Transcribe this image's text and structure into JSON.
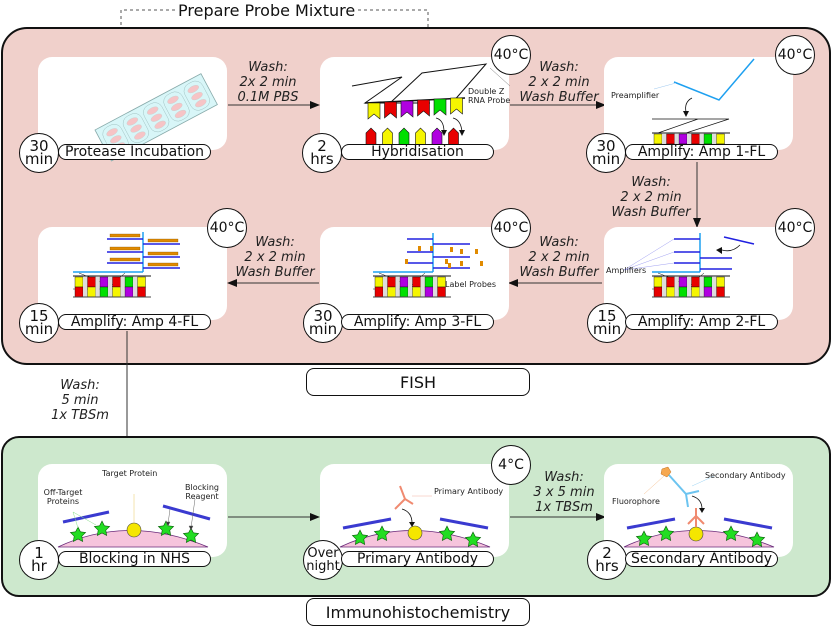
{
  "top_label": "Prepare Probe Mixture",
  "colors": {
    "fish_panel": "#f0d0cb",
    "ihc_panel": "#cde8cd",
    "probe_colors": [
      "#f5f500",
      "#e80000",
      "#b000e0",
      "#e80000",
      "#00e000",
      "#f5f500"
    ],
    "target_colors": [
      "#e80000",
      "#f5f500",
      "#00e000",
      "#f5f500",
      "#b000e0",
      "#e80000"
    ],
    "preamplifier": "#1ea0f0",
    "amplifier": "#2020e0",
    "label_probe": "#e08a00",
    "cell": "#f6c4dc",
    "star": "#22dd22",
    "blocking_bar": "#3a3ad0",
    "target_protein": "#f5e600",
    "primary_antibody": "#f08a70",
    "secondary_antibody": "#6cc4f0",
    "fluorophore": "#f6a850"
  },
  "sections": {
    "fish": "FISH",
    "ihc": "Immunohistochemistry"
  },
  "steps": [
    {
      "label": "Protease Incubation",
      "time": [
        "30",
        "min"
      ],
      "temp": ""
    },
    {
      "label": "Hybridisation",
      "time": [
        "2",
        "hrs"
      ],
      "temp": "40°C",
      "annotation": "Double Z RNA Probe"
    },
    {
      "label": "Amplify: Amp 1-FL",
      "time": [
        "30",
        "min"
      ],
      "temp": "40°C",
      "annotation": "Preamplifier"
    },
    {
      "label": "Amplify: Amp 2-FL",
      "time": [
        "15",
        "min"
      ],
      "temp": "40°C",
      "annotation": "Amplifiers"
    },
    {
      "label": "Amplify: Amp 3-FL",
      "time": [
        "30",
        "min"
      ],
      "temp": "40°C",
      "annotation": "Label Probes"
    },
    {
      "label": "Amplify: Amp 4-FL",
      "time": [
        "15",
        "min"
      ],
      "temp": "40°C"
    },
    {
      "label": "Blocking in NHS",
      "time": [
        "1",
        "hr"
      ],
      "temp": "",
      "annotations": [
        "Target Protein",
        "Off-Target Proteins",
        "Blocking Reagent"
      ]
    },
    {
      "label": "Primary Antibody",
      "time": [
        "Over",
        "night"
      ],
      "temp": "4°C",
      "annotation": "Primary Antibody"
    },
    {
      "label": "Secondary Antibody",
      "time": [
        "2",
        "hrs"
      ],
      "temp": "",
      "annotations": [
        "Secondary Antibody",
        "Fluorophore"
      ]
    }
  ],
  "washes": [
    {
      "lines": [
        "Wash:",
        "2x 2 min",
        "0.1M PBS"
      ]
    },
    {
      "lines": [
        "Wash:",
        "2 x 2 min",
        "Wash Buffer"
      ]
    },
    {
      "lines": [
        "Wash:",
        "2 x 2 min",
        "Wash Buffer"
      ]
    },
    {
      "lines": [
        "Wash:",
        "2 x 2 min",
        "Wash Buffer"
      ]
    },
    {
      "lines": [
        "Wash:",
        "2 x 2 min",
        "Wash Buffer"
      ]
    },
    {
      "lines": [
        "Wash:",
        "5 min",
        "1x TBSm"
      ]
    },
    {
      "lines": [
        "Wash:",
        "3 x 5 min",
        "1x TBSm"
      ]
    }
  ]
}
